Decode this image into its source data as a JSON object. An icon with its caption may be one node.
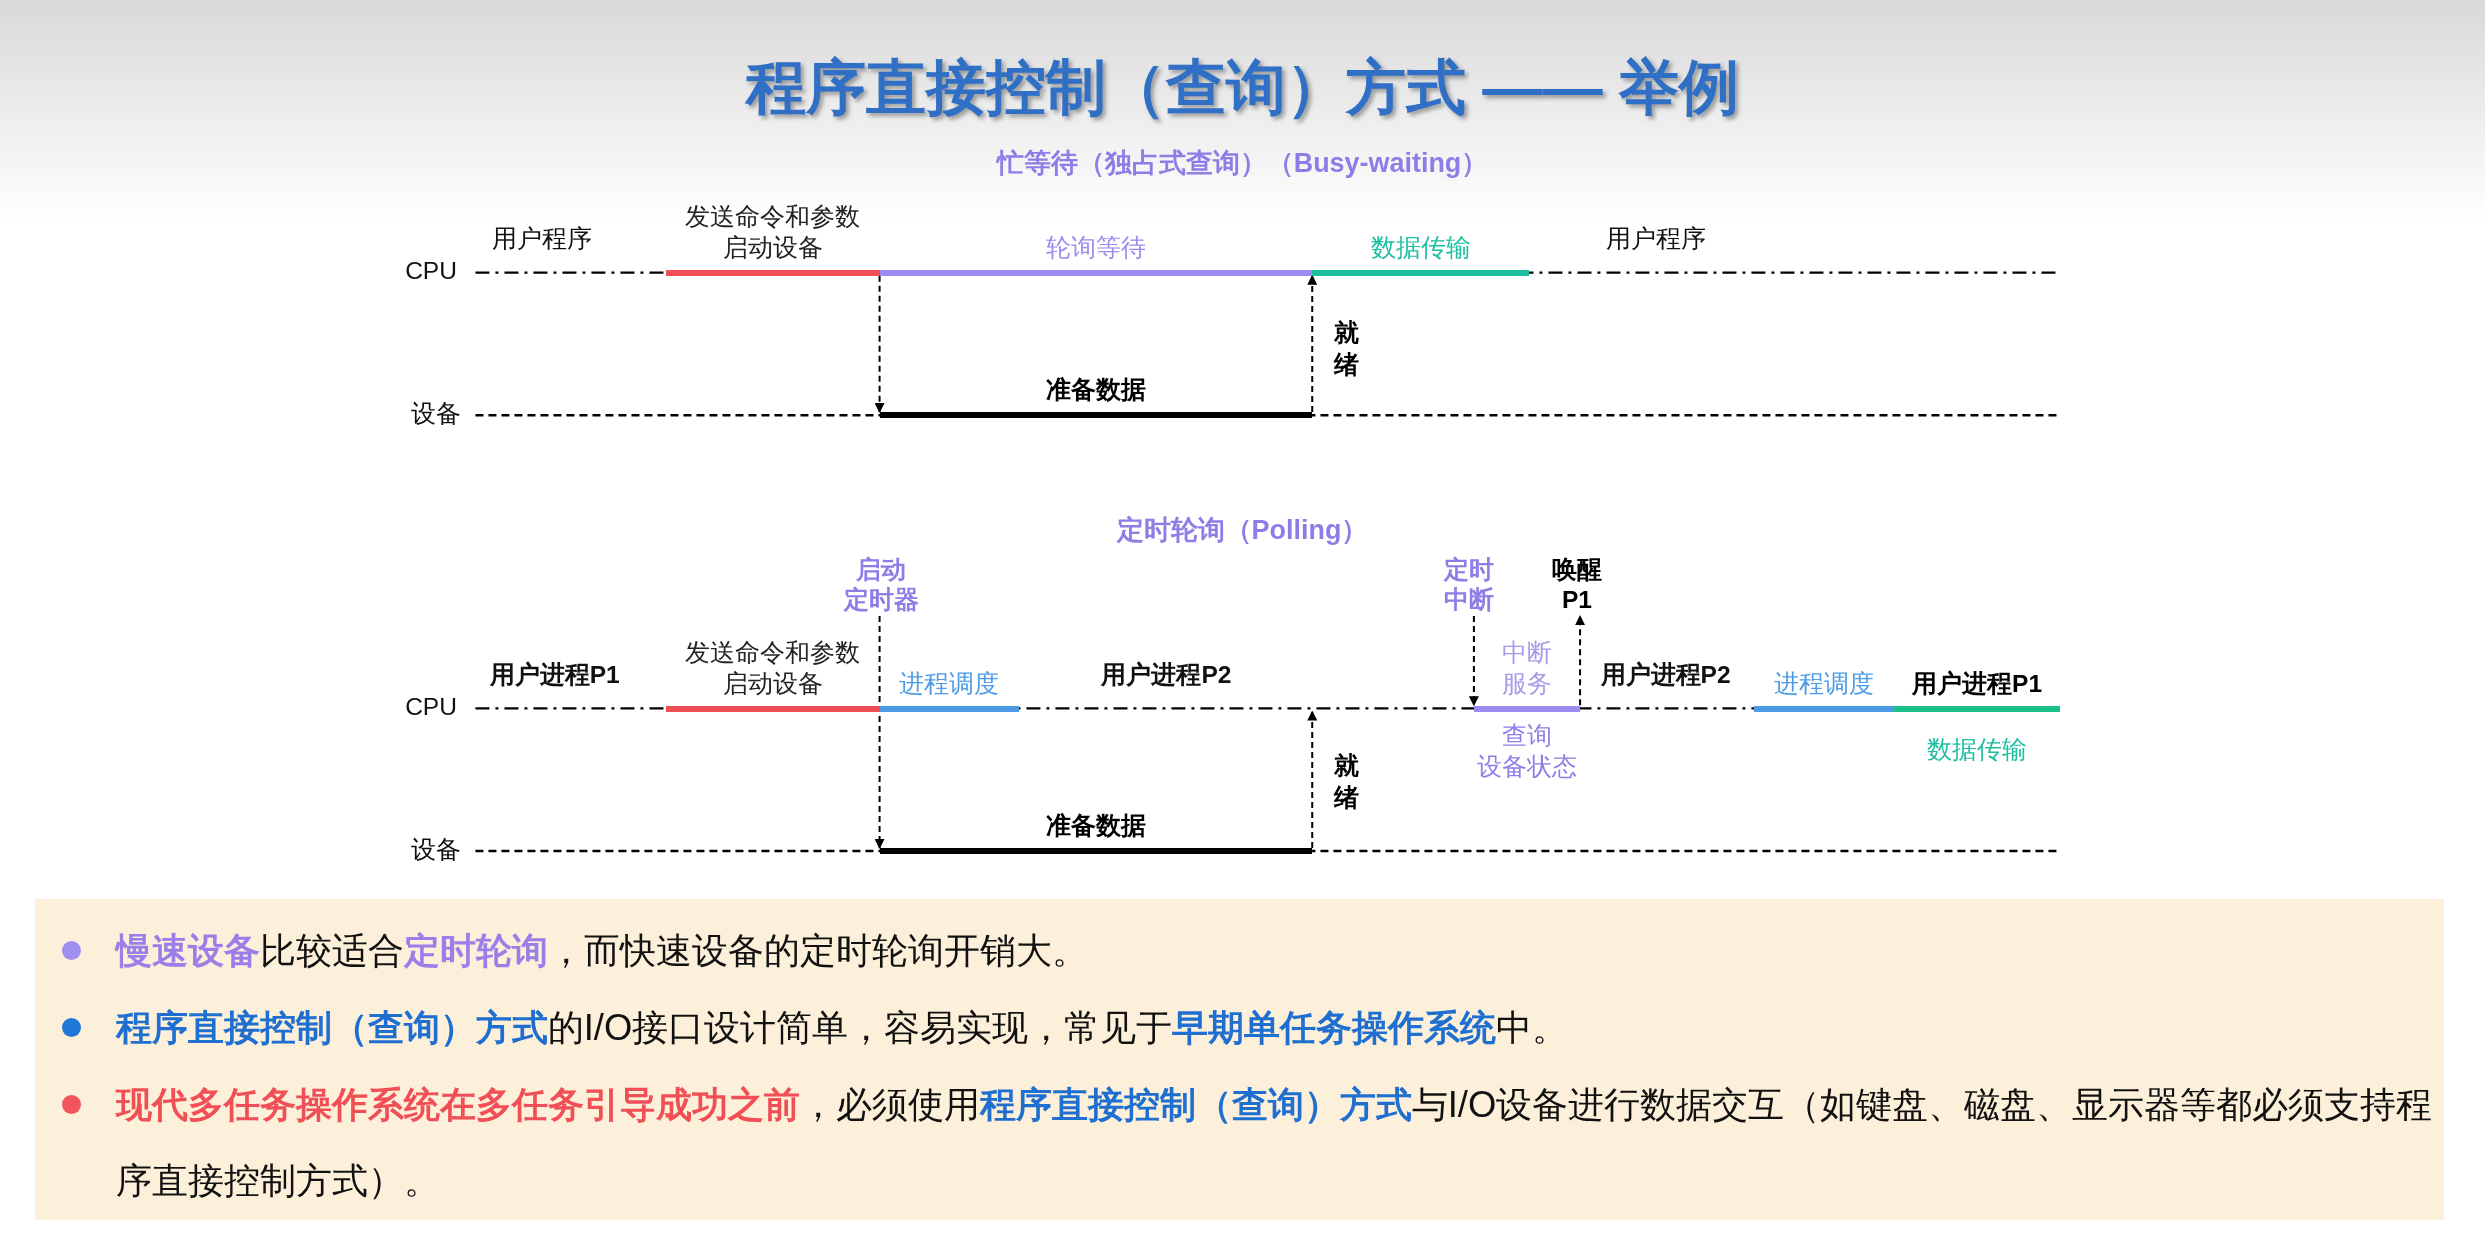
{
  "diagram": {
    "title": "程序直接控制（查询）方式 —— 举例",
    "nodes": [
      {
        "text": [
          "发送命令和参数启动设备"
        ]
      },
      {
        "text": [
          "轮询等待"
        ]
      },
      {
        "text": [
          "数据传输"
        ]
      },
      {
        "text": [
          "准备数据"
        ]
      },
      {
        "text": [
          "启动定时器"
        ]
      },
      {
        "text": [
          "定时中断"
        ]
      },
      {
        "text": [
          "唤醒P1"
        ]
      },
      {
        "text": [
          "发送命令和参数启动设备"
        ]
      },
      {
        "text": [
          "进程调度"
        ]
      },
      {
        "text": [
          "中断服务"
        ],
        "beside": [
          "查询设备状态"
        ]
      },
      {
        "text": [
          "进程调度"
        ]
      },
      {
        "text": [
          "用户进程P1"
        ],
        "beside": [
          "数据传输"
        ]
      },
      {
        "text": [
          "准备数据"
        ]
      }
    ],
    "edges": [
      {
        "from": 0,
        "to": 3,
        "arrow": "to"
      },
      {
        "from": 3,
        "to": 2,
        "arrow": "to",
        "label": "就绪"
      },
      {
        "from": 4,
        "to": 12,
        "arrow": "to"
      },
      {
        "from": 12,
        "to": null,
        "arrow": "to",
        "label": "就绪"
      },
      {
        "from": 5,
        "to": 9,
        "arrow": "to"
      },
      {
        "from": 9,
        "to": 6,
        "arrow": "to"
      }
    ],
    "labels": [
      "忙等待（独占式查询）（Busy-waiting）",
      "用户程序",
      "用户程序",
      "CPU",
      "设备",
      "定时轮询（Polling）",
      "用户进程P1",
      "用户进程P2",
      "用户进程P2",
      "CPU",
      "设备",
      "**慢速设备**比较适合**定时轮询**，而快速设备的定时轮询开销大。",
      "**程序直接控制（查询）方式**的I/O接口设计简单，容易实现，常见于**早期单任务操作系统**中。",
      "**现代多任务操作系统在多任务引导成功之前**，必须使用**程序直接控制（查询）方式**与I/O设备进行数据交互（如键盘、磁盘、显示器等都必须支持程序直接控制方式）。"
    ]
  }
}
